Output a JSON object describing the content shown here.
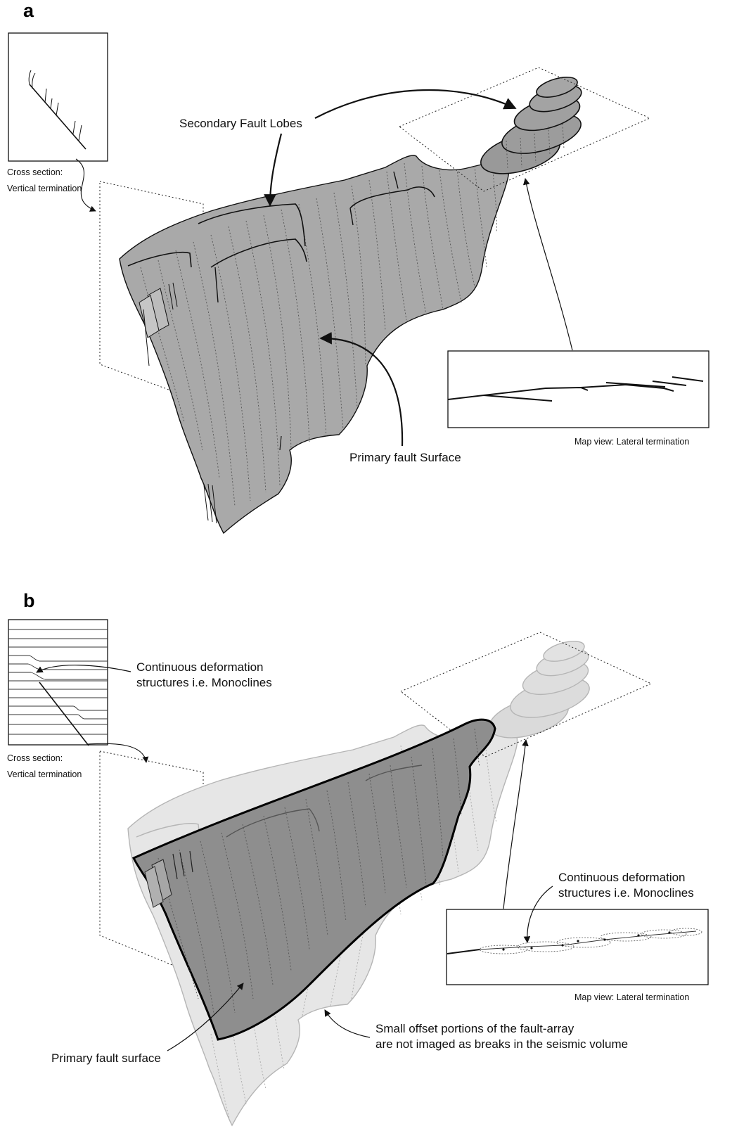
{
  "panel_a": {
    "letter": "a",
    "labels": {
      "secondary_lobes": "Secondary Fault Lobes",
      "primary_surface": "Primary fault Surface",
      "cross_section_1": "Cross section:",
      "cross_section_2": "Vertical termination",
      "map_view": "Map view: Lateral termination"
    }
  },
  "panel_b": {
    "letter": "b",
    "labels": {
      "continuous_1": "Continuous deformation",
      "continuous_2": "structures i.e. Monoclines",
      "cross_section_1": "Cross section:",
      "cross_section_2": "Vertical termination",
      "map_continuous_1": "Continuous deformation",
      "map_continuous_2": "structures i.e. Monoclines",
      "map_view": "Map view: Lateral termination",
      "small_offset_1": "Small offset portions of the fault-array",
      "small_offset_2": "are not imaged as breaks in the seismic volume",
      "primary_surface": "Primary fault surface"
    }
  },
  "colors": {
    "fault_fill": "#a9a9a9",
    "fault_fill_faded": "#e3e3e3",
    "primary_dark": "#8e8e8e",
    "line": "#111111"
  }
}
